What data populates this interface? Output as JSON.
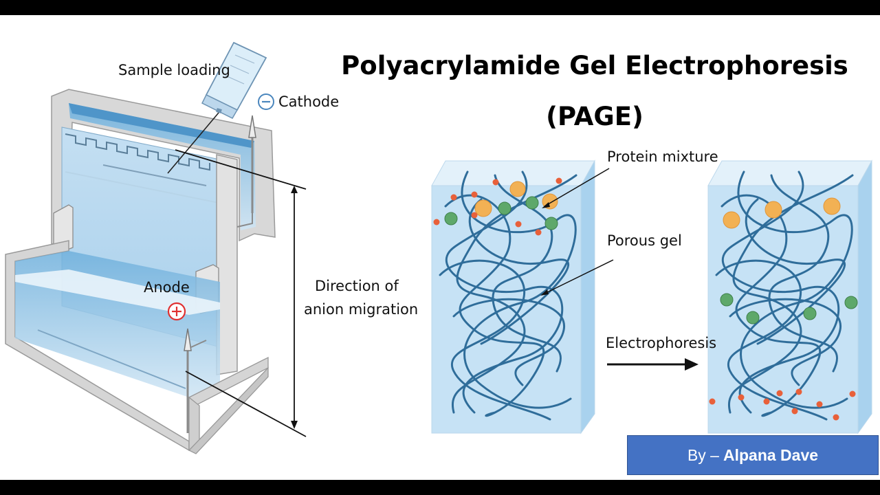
{
  "title": {
    "line1": "Polyacrylamide Gel Electrophoresis",
    "line2": "(PAGE)"
  },
  "apparatus": {
    "sample_loading": "Sample loading",
    "cathode": "Cathode",
    "cathode_symbol": "−",
    "anode": "Anode",
    "anode_symbol": "+",
    "direction_line1": "Direction of",
    "direction_line2": "anion migration"
  },
  "gel": {
    "protein_mixture": "Protein mixture",
    "porous_gel": "Porous gel",
    "electrophoresis": "Electrophoresis"
  },
  "credit": {
    "prefix": "By –",
    "author": "Alpana Dave"
  },
  "colors": {
    "buffer_blue": "#9fcbe8",
    "gel_blue": "#cfe6f5",
    "fiber": "#2f6d9a",
    "large_protein": "#f2b154",
    "medium_protein": "#5ea86a",
    "small_protein": "#e8603a",
    "credit_box": "#4472c4"
  }
}
